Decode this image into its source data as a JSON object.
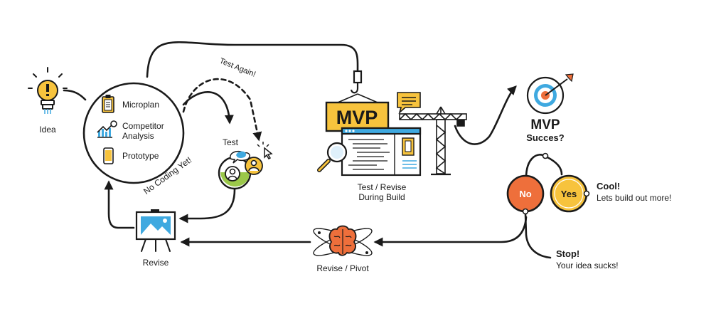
{
  "idea": {
    "label": "Idea"
  },
  "plan": {
    "items": [
      {
        "label": "Microplan",
        "icon": "clipboard-icon"
      },
      {
        "label": "Competitor\nAnalysis",
        "icon": "chart-magnifier-icon"
      },
      {
        "label": "Prototype",
        "icon": "smartphone-icon"
      }
    ],
    "note": "No Coding Yet!"
  },
  "test": {
    "label": "Test"
  },
  "test_again": {
    "label": "Test Again!"
  },
  "revise": {
    "label": "Revise"
  },
  "mvp": {
    "sign": "MVP",
    "caption": "Test / Revise\nDuring Build"
  },
  "success": {
    "title": "MVP",
    "subtitle": "Succes?"
  },
  "decision": {
    "no": "No",
    "yes": "Yes",
    "yes_title": "Cool!",
    "yes_text": "Lets build out more!",
    "no_title": "Stop!",
    "no_text": "Your idea sucks!"
  },
  "pivot": {
    "label": "Revise / Pivot"
  },
  "colors": {
    "yellow": "#f7c33d",
    "orange": "#ee6f3b",
    "blue": "#3fa9e0",
    "green": "#9bc84a",
    "line": "#1a1a1a"
  }
}
